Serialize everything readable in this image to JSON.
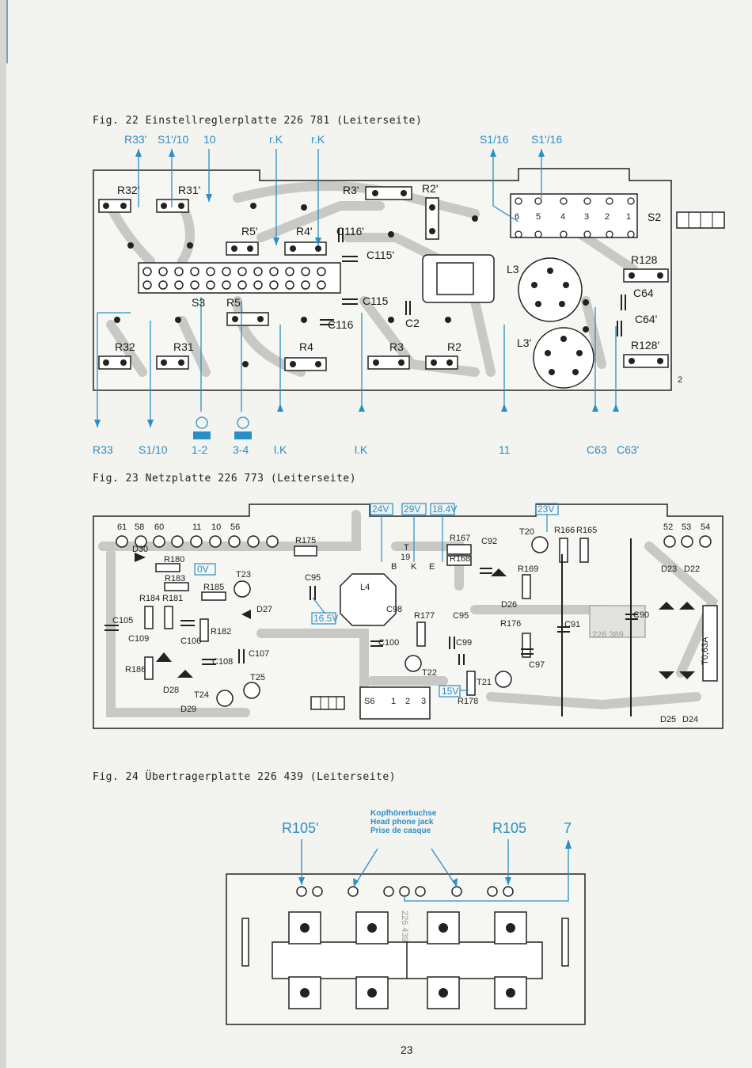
{
  "fig22": {
    "caption": "Fig. 22  Einstellreglerplatte 226 781 (Leiterseite)",
    "top_labels": [
      "R33'",
      "S1'/10",
      "10",
      "r.K",
      "r.K",
      "S1/16",
      "S1'/16"
    ],
    "bottom_labels": [
      "R33",
      "S1/10",
      "1-2",
      "3-4",
      "l.K",
      "l.K",
      "11",
      "C63",
      "C63'"
    ],
    "parts": [
      "R32'",
      "R31'",
      "R3'",
      "R2'",
      "R5'",
      "R4'",
      "C116'",
      "C115'",
      "C115",
      "S3",
      "R5",
      "C116",
      "C2",
      "R32",
      "R31",
      "R4",
      "R3",
      "R2",
      "L3",
      "L3'",
      "R128",
      "C64",
      "C64'",
      "R128'",
      "S2",
      "6",
      "5",
      "4",
      "3",
      "2",
      "1",
      "2"
    ]
  },
  "fig23": {
    "caption": "Fig. 23  Netzplatte 226 773 (Leiterseite)",
    "voltage_tags": [
      "24V",
      "29V",
      "18.4V",
      "23V",
      "0V",
      "16.5V",
      "15V"
    ],
    "top_terminals": [
      "61",
      "58",
      "60",
      "11",
      "10",
      "56"
    ],
    "right_terminals": [
      "52",
      "53",
      "54"
    ],
    "parts": [
      "D30",
      "R180",
      "R183",
      "R185",
      "T23",
      "R184",
      "R181",
      "D27",
      "R182",
      "C105",
      "C109",
      "C106",
      "C108",
      "C107",
      "R186",
      "D28",
      "T24",
      "D29",
      "T25",
      "R175",
      "C95",
      "T",
      "19",
      "B",
      "K",
      "E",
      "L4",
      "C98",
      "R177",
      "C100",
      "T22",
      "S6",
      "1",
      "2",
      "3",
      "R167",
      "R168",
      "C92",
      "T20",
      "R166",
      "R165",
      "R169",
      "D26",
      "C95",
      "R176",
      "C99",
      "C97",
      "T21",
      "R178",
      "C91",
      "C90",
      "D23",
      "D22",
      "T0,63A",
      "D25",
      "D24",
      "226 389"
    ]
  },
  "fig24": {
    "caption": "Fig. 24  Übertragerplatte 226 439 (Leiterseite)",
    "labels": [
      "R105'",
      "R105",
      "7"
    ],
    "headphone": [
      "Kopfhörerbuchse",
      "Head phone jack",
      "Prise de casque"
    ],
    "board_mark": "226 439"
  },
  "page_number": "23",
  "colors": {
    "accent": "#2a8fc4",
    "board": "#1f1f1f",
    "track": "#c9c9c6",
    "paper": "#f3f3ef"
  }
}
